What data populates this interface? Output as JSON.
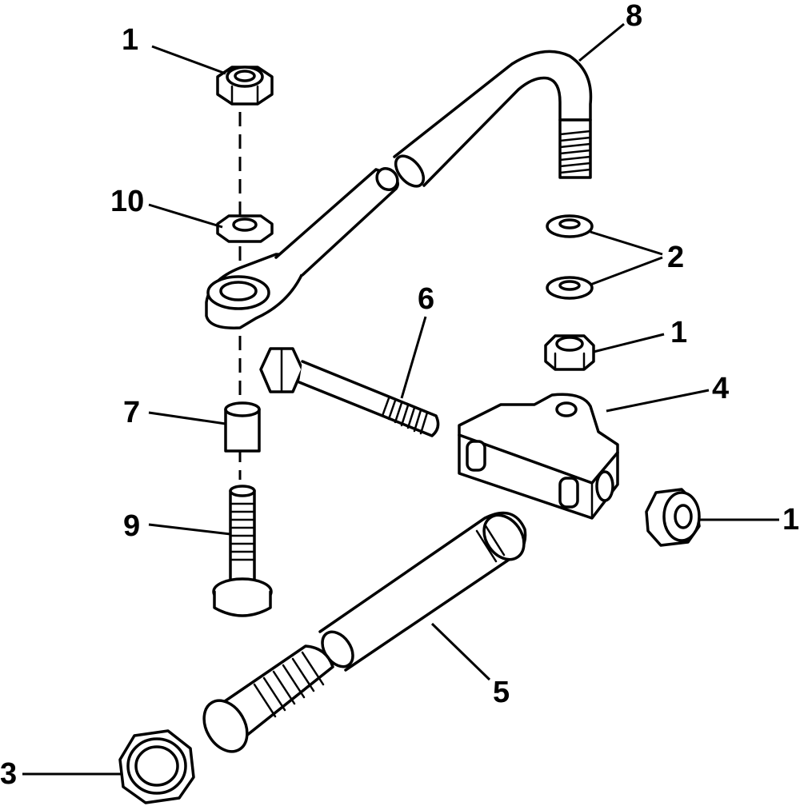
{
  "callouts": [
    {
      "id": "c1a",
      "label": "1"
    },
    {
      "id": "c8",
      "label": "8"
    },
    {
      "id": "c10",
      "label": "10"
    },
    {
      "id": "c2",
      "label": "2"
    },
    {
      "id": "c6",
      "label": "6"
    },
    {
      "id": "c1b",
      "label": "1"
    },
    {
      "id": "c4",
      "label": "4"
    },
    {
      "id": "c7",
      "label": "7"
    },
    {
      "id": "c1c",
      "label": "1"
    },
    {
      "id": "c9",
      "label": "9"
    },
    {
      "id": "c5",
      "label": "5"
    },
    {
      "id": "c3",
      "label": "3"
    }
  ]
}
